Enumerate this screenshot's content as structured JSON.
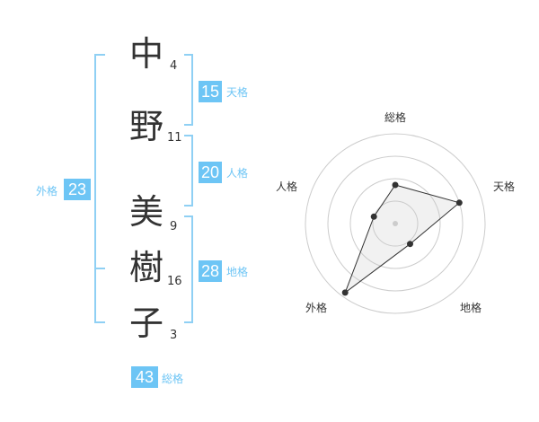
{
  "name": {
    "chars": [
      {
        "char": "中",
        "strokes": "4"
      },
      {
        "char": "野",
        "strokes": "11"
      },
      {
        "char": "美",
        "strokes": "9"
      },
      {
        "char": "樹",
        "strokes": "16"
      },
      {
        "char": "子",
        "strokes": "3"
      }
    ]
  },
  "scores": {
    "tenkaku": {
      "value": "15",
      "label": "天格"
    },
    "jinkaku": {
      "value": "20",
      "label": "人格"
    },
    "chikaku": {
      "value": "28",
      "label": "地格"
    },
    "gaikaku": {
      "value": "23",
      "label": "外格"
    },
    "soukaku": {
      "value": "43",
      "label": "総格"
    }
  },
  "chart_data": {
    "type": "radar",
    "axes": [
      "総格",
      "天格",
      "地格",
      "外格",
      "人格"
    ],
    "values": [
      0.43,
      0.75,
      0.28,
      0.95,
      0.25
    ],
    "rings": 4
  },
  "colors": {
    "accent": "#6dc5f5",
    "bracket": "#8fd0f4",
    "text": "#333333"
  }
}
